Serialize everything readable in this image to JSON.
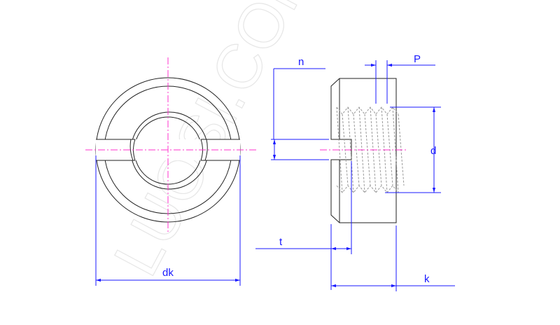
{
  "watermark": "LUOSI.COM",
  "labels": {
    "dk": "dk",
    "n": "n",
    "P": "P",
    "d": "d",
    "t": "t",
    "k": "k"
  },
  "colors": {
    "outline": "#222222",
    "dimension": "#1a1aff",
    "centerline": "#ff33cc",
    "thread": "#999999"
  }
}
